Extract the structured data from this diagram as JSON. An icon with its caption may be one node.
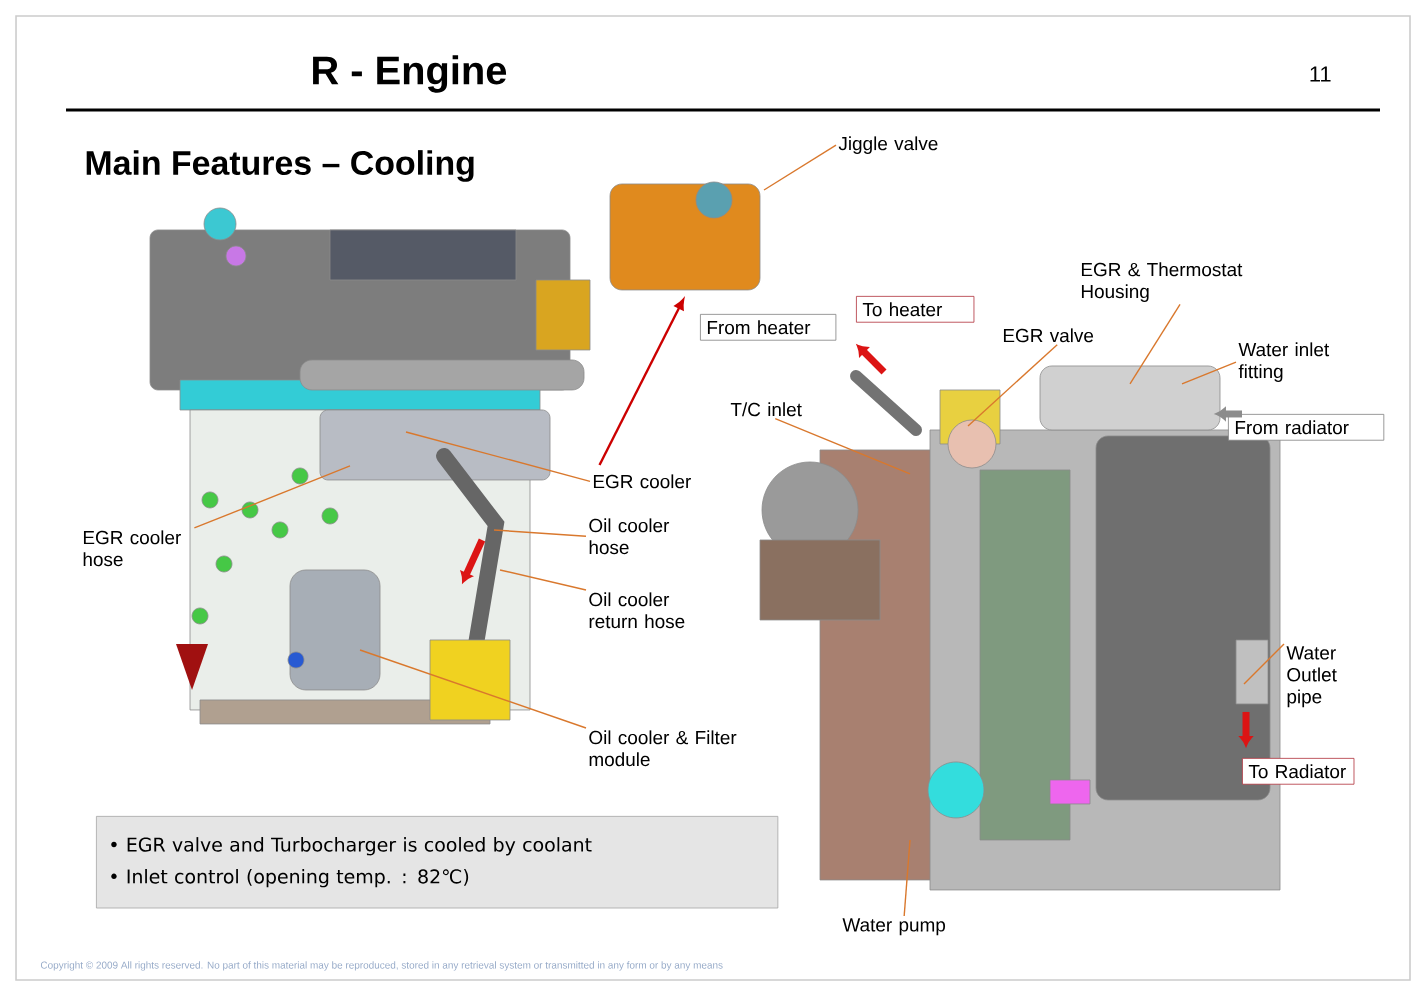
{
  "diagram": {
    "title": "R - Engine",
    "nodes": [
      {
        "text": [],
        "shape": "picture"
      },
      {
        "text": [],
        "shape": "picture"
      },
      {
        "text": [],
        "shape": "picture"
      },
      {
        "text": [
          "Jiggle valve"
        ]
      },
      {
        "text": [
          "From heater"
        ]
      },
      {
        "text": [
          "To heater"
        ]
      },
      {
        "text": [
          "EGR & Thermostat Housing"
        ]
      },
      {
        "text": [
          "EGR valve"
        ]
      },
      {
        "text": [
          "Water inlet fitting"
        ]
      },
      {
        "text": [
          "From radiator"
        ]
      },
      {
        "text": [
          "T/C inlet"
        ]
      },
      {
        "text": [
          "EGR cooler"
        ]
      },
      {
        "text": [
          "EGR cooler hose"
        ]
      },
      {
        "text": [
          "Oil cooler hose"
        ]
      },
      {
        "text": [
          "Oil cooler return hose"
        ]
      },
      {
        "text": [
          "Water Outlet pipe"
        ]
      },
      {
        "text": [
          "To Radiator"
        ]
      },
      {
        "text": [
          "Oil cooler & Filter module"
        ]
      },
      {
        "text": [
          "• EGR valve and Turbocharger is cooled by coolant",
          "• Inlet control (opening temp. : 82℃)"
        ]
      },
      {
        "text": [
          "Water pump"
        ]
      }
    ],
    "edges": [
      {
        "from": 0,
        "to": 1,
        "arrow": "to",
        "color": "#cc0000"
      },
      {
        "from": 3,
        "to": 1,
        "arrow": "none"
      },
      {
        "from": 6,
        "to": 2,
        "arrow": "none"
      },
      {
        "from": 7,
        "to": 2,
        "arrow": "none"
      },
      {
        "from": 8,
        "to": 2,
        "arrow": "none"
      },
      {
        "from": 10,
        "to": 2,
        "arrow": "none"
      },
      {
        "from": 11,
        "to": 0,
        "arrow": "none"
      },
      {
        "from": 12,
        "to": 0,
        "arrow": "none"
      },
      {
        "from": 13,
        "to": 0,
        "arrow": "none"
      },
      {
        "from": 14,
        "to": 0,
        "arrow": "none"
      },
      {
        "from": 15,
        "to": 2,
        "arrow": "none"
      },
      {
        "from": 17,
        "to": 0,
        "arrow": "none"
      },
      {
        "from": 19,
        "to": 2,
        "arrow": "none"
      }
    ],
    "labels": [
      "11",
      "Main Features – Cooling",
      "Copyright © 2009 All rights reserved. No part of this material may be reproduced, stored in any retrieval system or transmitted in any form or by any means"
    ]
  }
}
